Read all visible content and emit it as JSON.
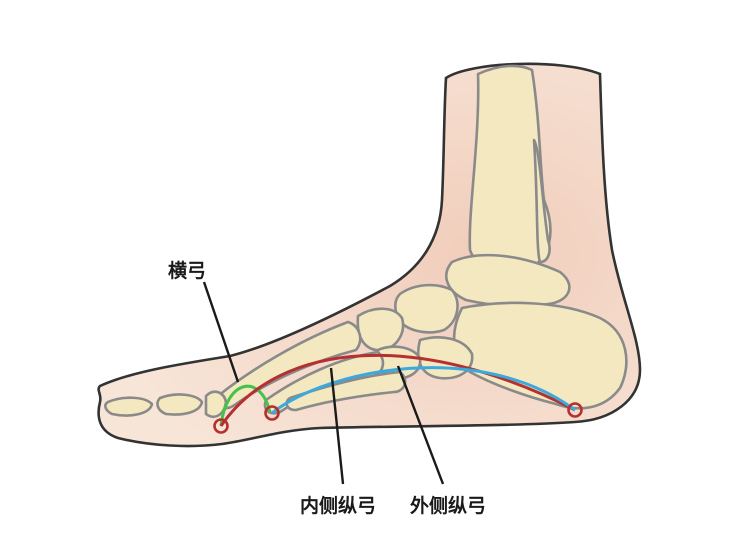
{
  "labels": {
    "transverse_arch": "横弓",
    "medial_longitudinal_arch": "内侧纵弓",
    "lateral_longitudinal_arch": "外侧纵弓"
  },
  "colors": {
    "skin_fill": "#f6e3d6",
    "skin_stroke": "#333333",
    "bone_fill": "#f3e8bf",
    "bone_stroke": "#8a8a8a",
    "transverse_arch": "#46c24a",
    "medial_arch": "#b53030",
    "lateral_arch": "#3aa9dd",
    "leader_line": "#1a1a1a"
  }
}
